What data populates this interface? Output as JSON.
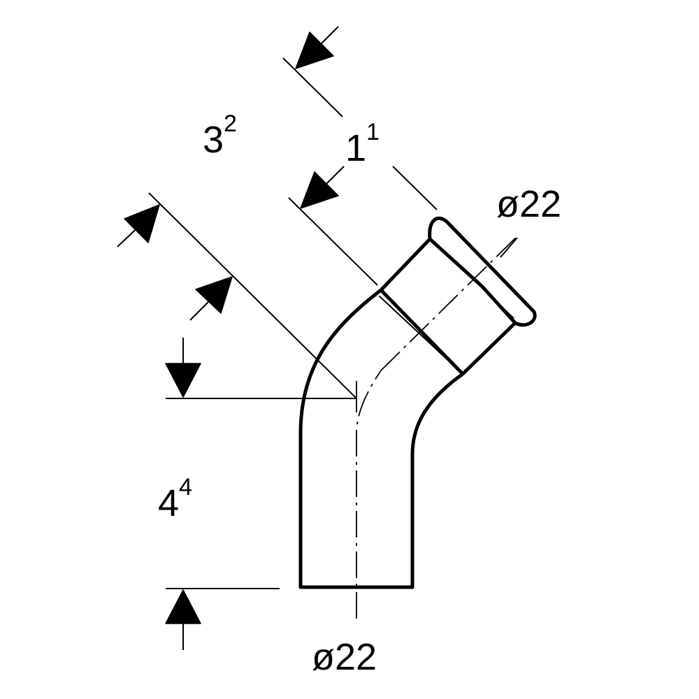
{
  "dimensions": {
    "dim_1": {
      "base": "1",
      "sup": "1"
    },
    "dim_3": {
      "base": "3",
      "sup": "2"
    },
    "dim_4": {
      "base": "4",
      "sup": "4"
    },
    "diameter_top": "ø22",
    "diameter_bottom": "ø22"
  },
  "colors": {
    "line": "#000000",
    "background": "#ffffff"
  }
}
